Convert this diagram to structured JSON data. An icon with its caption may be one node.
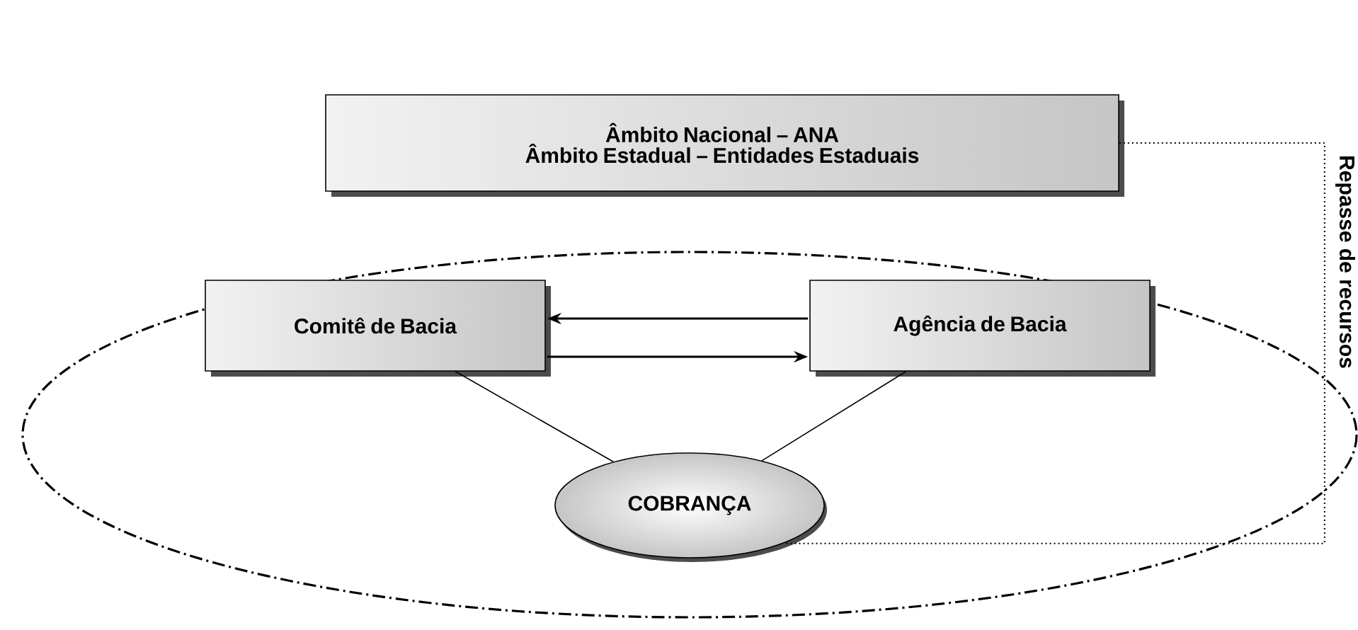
{
  "diagram": {
    "nodes": [
      {
        "text": [
          "Âmbito Nacional – ANA",
          "Âmbito Estadual – Entidades Estaduais"
        ]
      },
      {
        "text": [
          "Comitê de Bacia"
        ]
      },
      {
        "text": [
          "Agência de Bacia"
        ]
      },
      {
        "text": [
          "COBRANÇA"
        ]
      }
    ],
    "edges": [
      {
        "from": 0,
        "to": 3,
        "arrow": "none",
        "style": "dashed",
        "label": "Repasse de recursos"
      },
      {
        "from": 2,
        "to": 1,
        "arrow": "to"
      },
      {
        "from": 1,
        "to": 2,
        "arrow": "to"
      },
      {
        "from": 1,
        "to": 3,
        "arrow": "none"
      },
      {
        "from": 2,
        "to": 3,
        "arrow": "none"
      }
    ]
  }
}
